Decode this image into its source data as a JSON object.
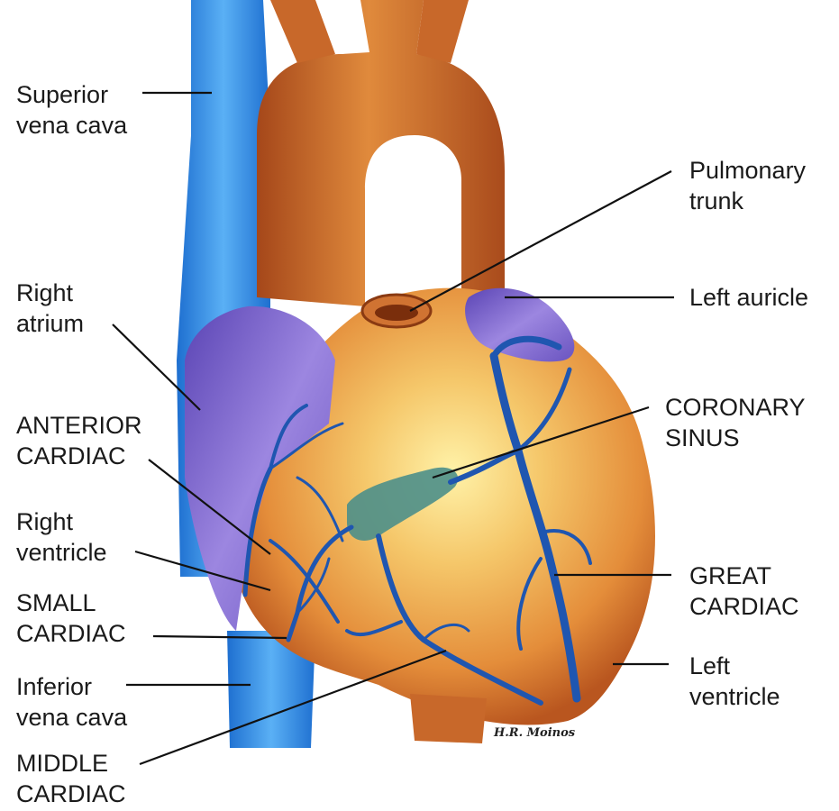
{
  "labels": {
    "superior_vena_cava": [
      "Superior",
      "vena cava"
    ],
    "right_atrium": [
      "Right",
      "atrium"
    ],
    "anterior_cardiac": [
      "ANTERIOR",
      "CARDIAC"
    ],
    "right_ventricle": [
      "Right",
      "ventricle"
    ],
    "small_cardiac": [
      "SMALL",
      "CARDIAC"
    ],
    "inferior_vena_cava": [
      "Inferior",
      "vena cava"
    ],
    "middle_cardiac": [
      "MIDDLE",
      "CARDIAC"
    ],
    "pulmonary_trunk": [
      "Pulmonary",
      "trunk"
    ],
    "left_auricle": [
      "Left auricle"
    ],
    "coronary_sinus": [
      "CORONARY",
      "SINUS"
    ],
    "great_cardiac": [
      "GREAT",
      "CARDIAC"
    ],
    "left_ventricle": [
      "Left",
      "ventricle"
    ]
  },
  "signature": "H.R. Moinos",
  "colors": {
    "vena_cava": "#2f8fe6",
    "aorta": "#c8682a",
    "heart_body": "#e59a40",
    "atrium": "#7a62c8",
    "cardiac_vein": "#1f56b0",
    "coronary_sinus": "#4d8f8a",
    "leader_line": "#111111"
  }
}
